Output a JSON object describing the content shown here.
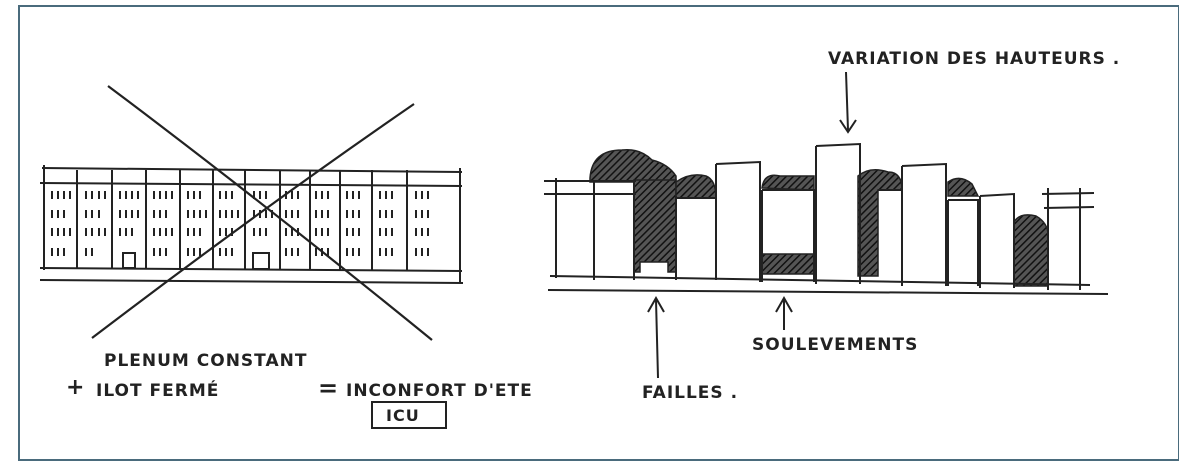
{
  "labels": {
    "variation": "VARIATION DES HAUTEURS .",
    "failles": "FAILLES .",
    "soulevements": "SOULEVEMENTS",
    "plenum": "PLENUM CONSTANT",
    "ilot": "ILOT FERMÉ",
    "inconfort": "INCONFORT D'ETE",
    "icu": "ICU",
    "plus": "+",
    "equals": "="
  },
  "colors": {
    "frame": "#4a6b7c",
    "ink": "#222222",
    "hatch": "#333333",
    "background": "#ffffff"
  }
}
